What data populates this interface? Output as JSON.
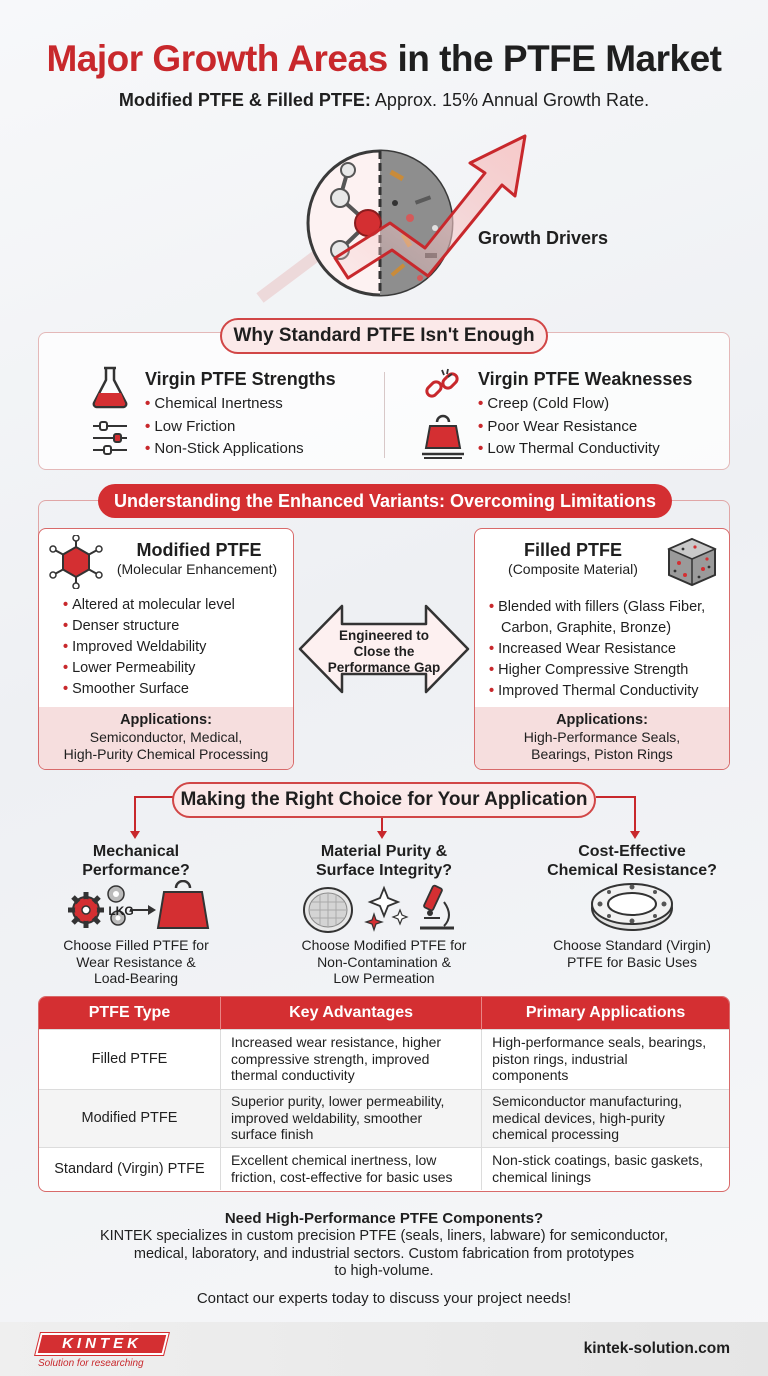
{
  "header": {
    "title_part1": "Major Growth Areas",
    "title_part2": "in the PTFE Market",
    "subtitle_bold": "Modified PTFE & Filled PTFE:",
    "subtitle_rest": "Approx. 15% Annual Growth Rate."
  },
  "hero": {
    "label": "Growth Drivers"
  },
  "why_section": {
    "title": "Why Standard PTFE Isn't Enough",
    "strengths": {
      "title": "Virgin PTFE Strengths",
      "items": [
        "Chemical Inertness",
        "Low Friction",
        "Non-Stick Applications"
      ]
    },
    "weaknesses": {
      "title": "Virgin PTFE Weaknesses",
      "items": [
        "Creep (Cold Flow)",
        "Poor Wear Resistance",
        "Low Thermal Conductivity"
      ]
    }
  },
  "enhanced_section": {
    "title": "Understanding the Enhanced Variants: Overcoming Limitations",
    "modified": {
      "title": "Modified PTFE",
      "subtitle": "(Molecular Enhancement)",
      "items": [
        "Altered at molecular level",
        "Denser structure",
        "Improved Weldability",
        "Lower Permeability",
        "Smoother Surface"
      ],
      "apps_title": "Applications:",
      "apps_line1": "Semiconductor, Medical,",
      "apps_line2": "High-Purity Chemical Processing"
    },
    "filled": {
      "title": "Filled PTFE",
      "subtitle": "(Composite Material)",
      "item1_line1": "Blended with fillers (Glass Fiber,",
      "item1_line2": "Carbon, Graphite, Bronze)",
      "items": [
        "Increased Wear Resistance",
        "Higher Compressive Strength",
        "Improved Thermal Conductivity"
      ],
      "apps_title": "Applications:",
      "apps_line1": "High-Performance Seals,",
      "apps_line2": "Bearings, Piston Rings"
    },
    "middle_line1": "Engineered to",
    "middle_line2": "Close the",
    "middle_line3": "Performance Gap"
  },
  "choice_section": {
    "title": "Making the Right Choice for Your Application",
    "weight_label": "LKG",
    "options": [
      {
        "q1": "Mechanical",
        "q2": "Performance?",
        "a1": "Choose Filled PTFE for",
        "a2": "Wear Resistance &",
        "a3": "Load-Bearing"
      },
      {
        "q1": "Material Purity &",
        "q2": "Surface Integrity?",
        "a1": "Choose Modified PTFE for",
        "a2": "Non-Contamination &",
        "a3": "Low Permeation"
      },
      {
        "q1": "Cost-Effective",
        "q2": "Chemical Resistance?",
        "a1": "Choose Standard (Virgin)",
        "a2": "PTFE for Basic Uses",
        "a3": ""
      }
    ]
  },
  "table": {
    "headers": [
      "PTFE Type",
      "Key Advantages",
      "Primary Applications"
    ],
    "rows": [
      {
        "type": "Filled PTFE",
        "adv": [
          "Increased wear resistance, higher",
          "compressive strength, improved",
          "thermal conductivity"
        ],
        "apps": [
          "High-performance seals, bearings,",
          "piston rings, industrial",
          "components"
        ]
      },
      {
        "type": "Modified PTFE",
        "adv": [
          "Superior purity, lower permeability,",
          "improved weldability, smoother",
          "surface finish"
        ],
        "apps": [
          "Semiconductor manufacturing,",
          "medical devices, high-purity",
          "chemical processing"
        ]
      },
      {
        "type": "Standard (Virgin) PTFE",
        "adv": [
          "Excellent chemical inertness, low",
          "friction, cost-effective for basic uses"
        ],
        "apps": [
          "Non-stick coatings, basic gaskets,",
          "chemical linings"
        ]
      }
    ]
  },
  "cta": {
    "title": "Need High-Performance PTFE Components?",
    "body1": "KINTEK specializes in custom precision PTFE (seals, liners, labware) for semiconductor,",
    "body2": "medical, laboratory, and industrial sectors. Custom fabrication from prototypes",
    "body3": "to high-volume.",
    "contact": "Contact our experts today to discuss your project needs!"
  },
  "footer": {
    "logo": "KINTEK",
    "tagline": "Solution for researching",
    "site": "kintek-solution.com"
  },
  "colors": {
    "accent": "#c8282c",
    "accent_fill": "#d42f32",
    "pill_bg": "#fbe9e9",
    "apps_bg": "#f6dede"
  }
}
